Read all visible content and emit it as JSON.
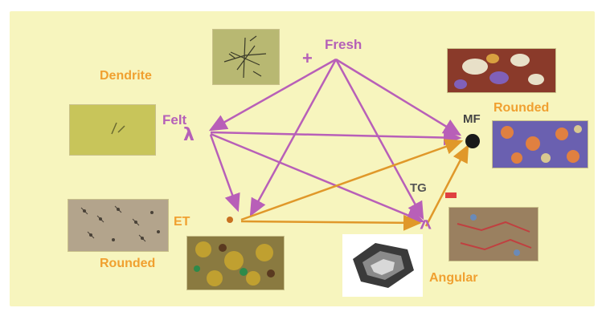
{
  "labels": {
    "fresh": "Fresh",
    "felt": "Felt",
    "mf": "MF",
    "tg": "TG",
    "et": "ET",
    "dendrite": "Dendrite",
    "rounded_top": "Rounded",
    "rounded_bottom": "Rounded",
    "angular": "Angular"
  },
  "symbols": {
    "plus": "+",
    "lambda": "λ",
    "caret": "^"
  },
  "colors": {
    "background": "#f7f5be",
    "arrow_purple": "#b85fb8",
    "arrow_orange": "#e0982a",
    "label_orange": "#f0a030",
    "label_purple": "#b560b8",
    "minus_red": "#e04040",
    "mf_dot": "#1a1a1a",
    "et_dot": "#c87020"
  },
  "icons": {
    "fresh_marker": "plus-sign",
    "felt_marker": "lambda-sign",
    "mf_marker": "black-dot",
    "tg_marker": "minus-sign",
    "et_marker": "orange-dot",
    "angular_marker": "caret-sign"
  }
}
